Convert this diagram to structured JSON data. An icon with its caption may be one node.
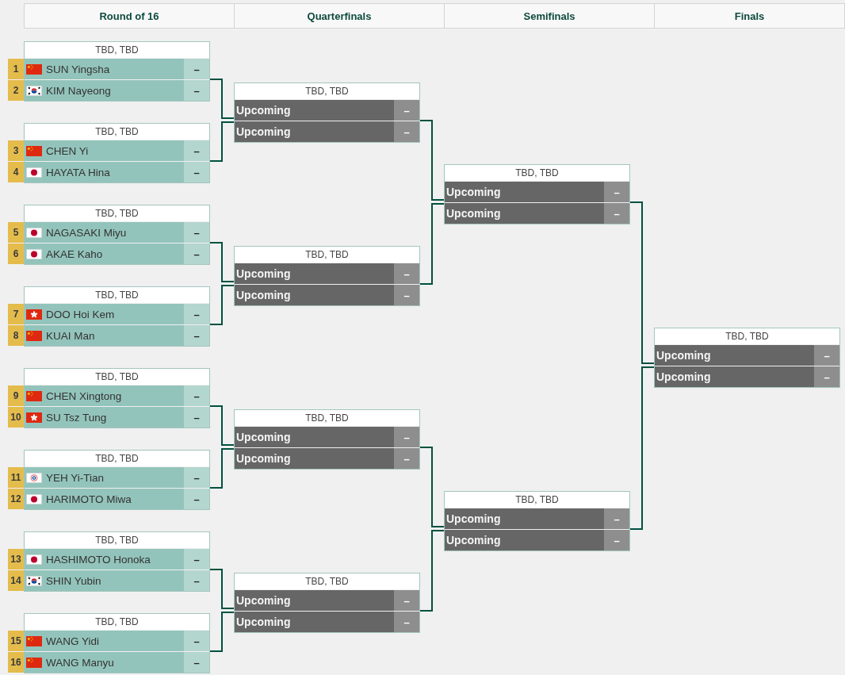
{
  "diagram": {
    "nodes": [
      {
        "text": [
          "TBD, TBD"
        ]
      },
      {
        "text": [
          "SUN Yingsha",
          "–"
        ],
        "beside": [
          "1"
        ],
        "in": 0
      },
      {
        "text": [
          "KIM Nayeong",
          "–"
        ],
        "beside": [
          "2"
        ],
        "in": 0
      },
      {
        "text": [
          "TBD, TBD"
        ]
      },
      {
        "text": [
          "CHEN Yi",
          "–"
        ],
        "beside": [
          "3"
        ],
        "in": 3
      },
      {
        "text": [
          "HAYATA Hina",
          "–"
        ],
        "beside": [
          "4"
        ],
        "in": 3
      },
      {
        "text": [
          "TBD, TBD"
        ]
      },
      {
        "text": [
          "NAGASAKI Miyu",
          "–"
        ],
        "beside": [
          "5"
        ],
        "in": 6
      },
      {
        "text": [
          "AKAE Kaho",
          "–"
        ],
        "beside": [
          "6"
        ],
        "in": 6
      },
      {
        "text": [
          "TBD, TBD"
        ]
      },
      {
        "text": [
          "DOO Hoi Kem",
          "–"
        ],
        "beside": [
          "7"
        ],
        "in": 9
      },
      {
        "text": [
          "KUAI Man",
          "–"
        ],
        "beside": [
          "8"
        ],
        "in": 9
      },
      {
        "text": [
          "TBD, TBD"
        ]
      },
      {
        "text": [
          "CHEN Xingtong",
          "–"
        ],
        "beside": [
          "9"
        ],
        "in": 12
      },
      {
        "text": [
          "SU Tsz Tung",
          "–"
        ],
        "beside": [
          "10"
        ],
        "in": 12
      },
      {
        "text": [
          "TBD, TBD"
        ]
      },
      {
        "text": [
          "YEH Yi-Tian",
          "–"
        ],
        "beside": [
          "11"
        ],
        "in": 15
      },
      {
        "text": [
          "HARIMOTO Miwa",
          "–"
        ],
        "beside": [
          "12"
        ],
        "in": 15
      },
      {
        "text": [
          "TBD, TBD"
        ]
      },
      {
        "text": [
          "HASHIMOTO Honoka",
          "–"
        ],
        "beside": [
          "13"
        ],
        "in": 18
      },
      {
        "text": [
          "SHIN Yubin",
          "–"
        ],
        "beside": [
          "14"
        ],
        "in": 18
      },
      {
        "text": [
          "TBD, TBD"
        ]
      },
      {
        "text": [
          "WANG Yidi",
          "–"
        ],
        "beside": [
          "15"
        ],
        "in": 21
      },
      {
        "text": [
          "WANG Manyu",
          "–"
        ],
        "beside": [
          "16"
        ],
        "in": 21
      },
      {
        "text": [
          "TBD, TBD"
        ]
      },
      {
        "text": [
          "Upcoming",
          "–"
        ],
        "in": 24
      },
      {
        "text": [
          "Upcoming",
          "–"
        ],
        "in": 24
      },
      {
        "text": [
          "TBD, TBD"
        ]
      },
      {
        "text": [
          "Upcoming",
          "–"
        ],
        "in": 27
      },
      {
        "text": [
          "Upcoming",
          "–"
        ],
        "in": 27
      },
      {
        "text": [
          "TBD, TBD"
        ]
      },
      {
        "text": [
          "Upcoming",
          "–"
        ],
        "in": 30
      },
      {
        "text": [
          "Upcoming",
          "–"
        ],
        "in": 30
      },
      {
        "text": [
          "TBD, TBD"
        ]
      },
      {
        "text": [
          "Upcoming",
          "–"
        ],
        "in": 33
      },
      {
        "text": [
          "Upcoming",
          "–"
        ],
        "in": 33
      },
      {
        "text": [
          "TBD, TBD"
        ]
      },
      {
        "text": [
          "Upcoming",
          "–"
        ],
        "in": 36
      },
      {
        "text": [
          "Upcoming",
          "–"
        ],
        "in": 36
      },
      {
        "text": [
          "TBD, TBD"
        ]
      },
      {
        "text": [
          "Upcoming",
          "–"
        ],
        "in": 39
      },
      {
        "text": [
          "Upcoming",
          "–"
        ],
        "in": 39
      },
      {
        "text": [
          "TBD, TBD"
        ]
      },
      {
        "text": [
          "Upcoming",
          "–"
        ],
        "in": 42
      },
      {
        "text": [
          "Upcoming",
          "–"
        ],
        "in": 42
      }
    ],
    "edges": [
      {
        "from": 0,
        "to": 24,
        "arrow": "none"
      },
      {
        "from": 3,
        "to": 24,
        "arrow": "none"
      },
      {
        "from": 6,
        "to": 27,
        "arrow": "none"
      },
      {
        "from": 9,
        "to": 27,
        "arrow": "none"
      },
      {
        "from": 12,
        "to": 30,
        "arrow": "none"
      },
      {
        "from": 15,
        "to": 30,
        "arrow": "none"
      },
      {
        "from": 18,
        "to": 33,
        "arrow": "none"
      },
      {
        "from": 21,
        "to": 33,
        "arrow": "none"
      },
      {
        "from": 24,
        "to": 36,
        "arrow": "none"
      },
      {
        "from": 27,
        "to": 36,
        "arrow": "none"
      },
      {
        "from": 30,
        "to": 39,
        "arrow": "none"
      },
      {
        "from": 33,
        "to": 39,
        "arrow": "none"
      },
      {
        "from": 36,
        "to": 42,
        "arrow": "none"
      },
      {
        "from": 39,
        "to": 42,
        "arrow": "none"
      }
    ],
    "labels": [
      "Round of 16",
      "Quarterfinals",
      "Semifinals",
      "Finals"
    ]
  }
}
